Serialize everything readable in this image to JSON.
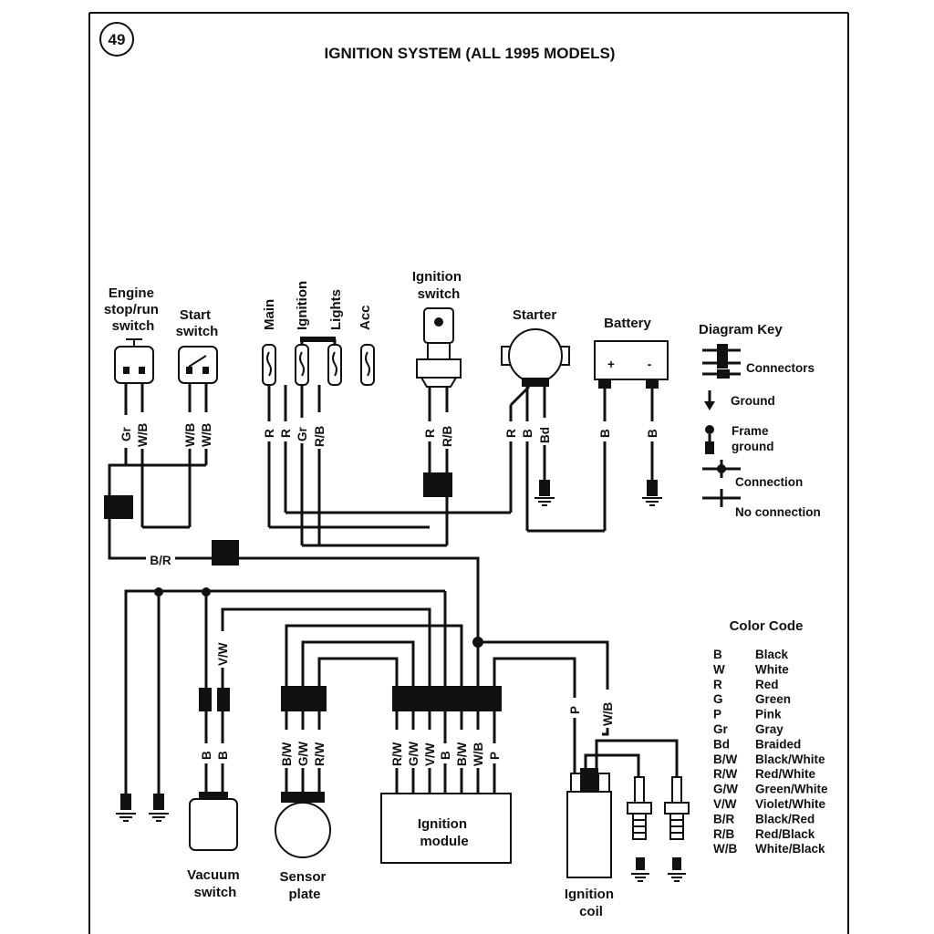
{
  "figure_number": "49",
  "title": "IGNITION SYSTEM (ALL 1995 MODELS)",
  "components": {
    "engine_stop_switch": [
      "Engine",
      "stop/run",
      "switch"
    ],
    "start_switch": [
      "Start",
      "switch"
    ],
    "fuse_main": "Main",
    "fuse_ignition": "Ignition",
    "fuse_lights": "Lights",
    "fuse_acc": "Acc",
    "ignition_switch": [
      "Ignition",
      "switch"
    ],
    "starter": "Starter",
    "battery": "Battery",
    "battery_plus": "+",
    "battery_minus": "-",
    "vacuum_switch": [
      "Vacuum",
      "switch"
    ],
    "sensor_plate": [
      "Sensor",
      "plate"
    ],
    "ignition_module": [
      "Ignition",
      "module"
    ],
    "ignition_coil": [
      "Ignition",
      "coil"
    ]
  },
  "wire_labels": {
    "stop_gr": "Gr",
    "stop_wb": "W/B",
    "start_wb1": "W/B",
    "start_wb2": "W/B",
    "fuse_r1": "R",
    "fuse_r2": "R",
    "fuse_gr": "Gr",
    "fuse_rb": "R/B",
    "isw_r": "R",
    "isw_rb": "R/B",
    "starter_r": "R",
    "starter_b": "B",
    "starter_bd": "Bd",
    "bat_b1": "B",
    "bat_b2": "B",
    "br_label": "B/R",
    "vw_label": "V/W",
    "vac_b1": "B",
    "vac_b2": "B",
    "sens_bw": "B/W",
    "sens_gw": "G/W",
    "sens_rw": "R/W",
    "mod_rw": "R/W",
    "mod_gw": "G/W",
    "mod_vw": "V/W",
    "mod_b": "B",
    "mod_bw": "B/W",
    "mod_wb": "W/B",
    "mod_p": "P",
    "coil_p": "P",
    "coil_wb": "W/B"
  },
  "diagram_key": {
    "title": "Diagram Key",
    "connectors": "Connectors",
    "ground": "Ground",
    "frame_ground": [
      "Frame",
      "ground"
    ],
    "connection": "Connection",
    "no_connection": "No connection"
  },
  "color_code": {
    "title": "Color Code",
    "entries": [
      {
        "code": "B",
        "name": "Black"
      },
      {
        "code": "W",
        "name": "White"
      },
      {
        "code": "R",
        "name": "Red"
      },
      {
        "code": "G",
        "name": "Green"
      },
      {
        "code": "P",
        "name": "Pink"
      },
      {
        "code": "Gr",
        "name": "Gray"
      },
      {
        "code": "Bd",
        "name": "Braided"
      },
      {
        "code": "B/W",
        "name": "Black/White"
      },
      {
        "code": "R/W",
        "name": "Red/White"
      },
      {
        "code": "G/W",
        "name": "Green/White"
      },
      {
        "code": "V/W",
        "name": "Violet/White"
      },
      {
        "code": "B/R",
        "name": "Black/Red"
      },
      {
        "code": "R/B",
        "name": "Red/Black"
      },
      {
        "code": "W/B",
        "name": "White/Black"
      }
    ]
  }
}
